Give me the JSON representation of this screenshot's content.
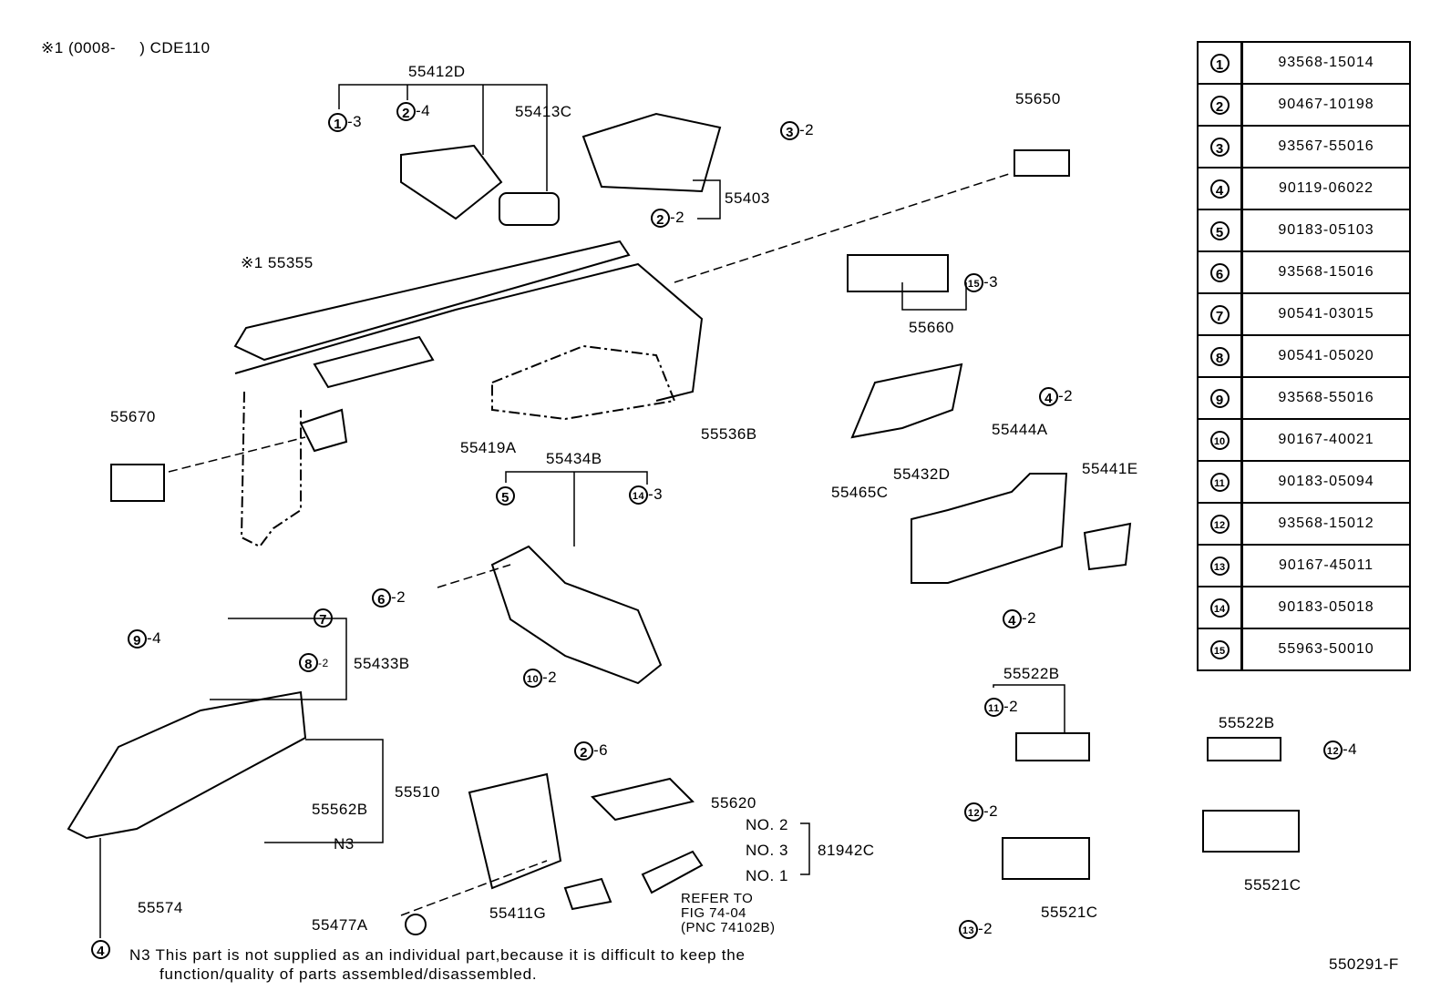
{
  "header": {
    "mark": "※1",
    "range": "(0008-     )",
    "model": "CDE110"
  },
  "labels": {
    "p55412D": "55412D",
    "p55413C": "55413C",
    "p55650": "55650",
    "p55403": "55403",
    "p55355": "※1 55355",
    "p55660": "55660",
    "p55670": "55670",
    "p55419A": "55419A",
    "p55536B": "55536B",
    "p55444A": "55444A",
    "p55465C": "55465C",
    "p55432D": "55432D",
    "p55441E": "55441E",
    "p55434B": "55434B",
    "p55433B": "55433B",
    "p55522B_a": "55522B",
    "p55522B_b": "55522B",
    "p55510": "55510",
    "p55562B": "55562B",
    "p55620": "55620",
    "n3": "N3",
    "no2": "NO. 2",
    "no3": "NO. 3",
    "no1": "NO. 1",
    "p81942C": "81942C",
    "p55521C_a": "55521C",
    "p55521C_b": "55521C",
    "p55574": "55574",
    "p55477A": "55477A",
    "p55411G": "55411G",
    "refer1": "REFER TO",
    "refer2": "FIG 74-04",
    "refer3": "(PNC 74102B)"
  },
  "callouts": {
    "c1_3": {
      "n": "1",
      "q": "-3"
    },
    "c2_4": {
      "n": "2",
      "q": "-4"
    },
    "c3_2": {
      "n": "3",
      "q": "-2"
    },
    "c2_2": {
      "n": "2",
      "q": "-2"
    },
    "c15_3": {
      "n": "15",
      "q": "-3"
    },
    "c4_2a": {
      "n": "4",
      "q": "-2"
    },
    "c5": {
      "n": "5",
      "q": ""
    },
    "c14_3": {
      "n": "14",
      "q": "-3"
    },
    "c6_2": {
      "n": "6",
      "q": "-2"
    },
    "c4_2b": {
      "n": "4",
      "q": "-2"
    },
    "c7": {
      "n": "7",
      "q": ""
    },
    "c9_4": {
      "n": "9",
      "q": "-4"
    },
    "c8_2": {
      "n": "8",
      "q": "-2"
    },
    "c10_2": {
      "n": "10",
      "q": "-2"
    },
    "c11_2": {
      "n": "11",
      "q": "-2"
    },
    "c12_4": {
      "n": "12",
      "q": "-4"
    },
    "c2_6": {
      "n": "2",
      "q": "-6"
    },
    "c12_2": {
      "n": "12",
      "q": "-2"
    },
    "c13_2": {
      "n": "13",
      "q": "-2"
    },
    "c4": {
      "n": "4",
      "q": ""
    }
  },
  "parts_table": [
    {
      "n": "1",
      "part": "93568-15014"
    },
    {
      "n": "2",
      "part": "90467-10198"
    },
    {
      "n": "3",
      "part": "93567-55016"
    },
    {
      "n": "4",
      "part": "90119-06022"
    },
    {
      "n": "5",
      "part": "90183-05103"
    },
    {
      "n": "6",
      "part": "93568-15016"
    },
    {
      "n": "7",
      "part": "90541-03015"
    },
    {
      "n": "8",
      "part": "90541-05020"
    },
    {
      "n": "9",
      "part": "93568-55016"
    },
    {
      "n": "10",
      "part": "90167-40021"
    },
    {
      "n": "11",
      "part": "90183-05094"
    },
    {
      "n": "12",
      "part": "93568-15012"
    },
    {
      "n": "13",
      "part": "90167-45011"
    },
    {
      "n": "14",
      "part": "90183-05018"
    },
    {
      "n": "15",
      "part": "55963-50010"
    }
  ],
  "note": {
    "line1": "N3 This part is not supplied as an individual part,because it is difficult to keep the",
    "line2": "function/quality of parts assembled/disassembled."
  },
  "figure_id": "550291-F"
}
